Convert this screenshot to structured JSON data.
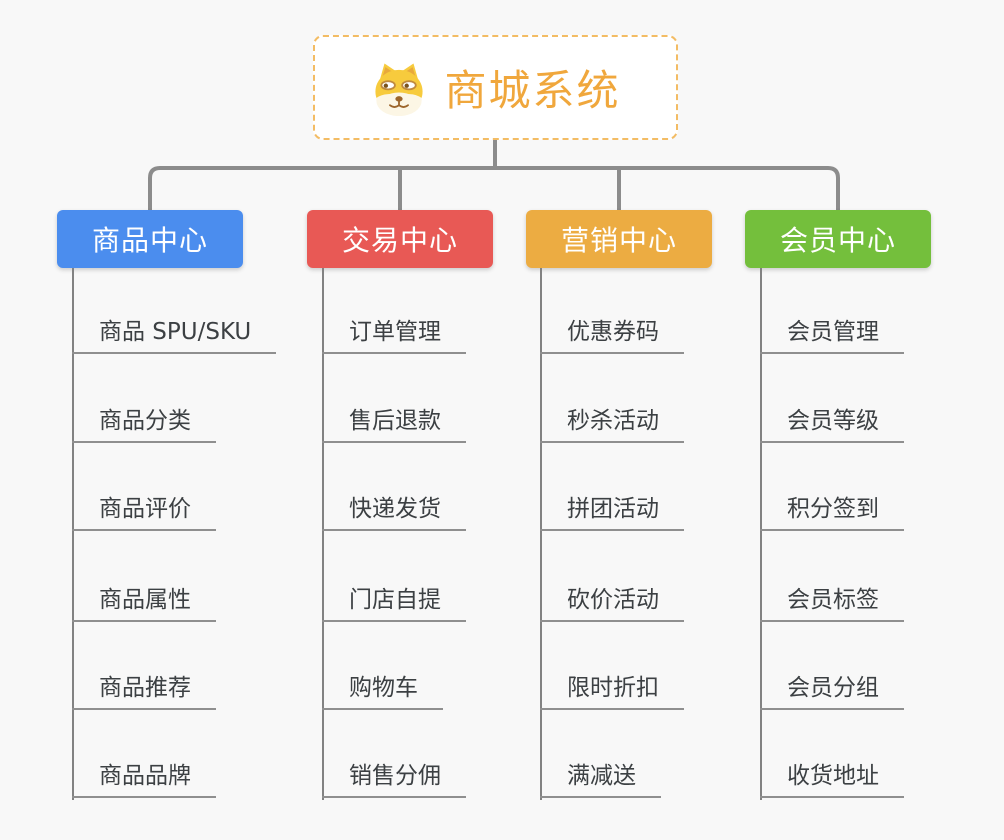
{
  "canvas": {
    "background": "#F8F8F8",
    "connector_color": "#8C8C8C",
    "child_line_color": "#8F8F8F",
    "child_text_color": "#3C4043"
  },
  "root": {
    "title": "商城系统",
    "icon": "doge-face-icon",
    "text_color": "#F0A73C",
    "border_color": "#F3BC64",
    "background": "#FFFFFF"
  },
  "branches": [
    {
      "label": "商品中心",
      "color": "#4B8DEE",
      "children": [
        "商品 SPU/SKU",
        "商品分类",
        "商品评价",
        "商品属性",
        "商品推荐",
        "商品品牌"
      ]
    },
    {
      "label": "交易中心",
      "color": "#E85955",
      "children": [
        "订单管理",
        "售后退款",
        "快递发货",
        "门店自提",
        "购物车",
        "销售分佣"
      ]
    },
    {
      "label": "营销中心",
      "color": "#ECAC42",
      "children": [
        "优惠券码",
        "秒杀活动",
        "拼团活动",
        "砍价活动",
        "限时折扣",
        "满减送"
      ]
    },
    {
      "label": "会员中心",
      "color": "#74BF3C",
      "children": [
        "会员管理",
        "会员等级",
        "积分签到",
        "会员标签",
        "会员分组",
        "收货地址"
      ]
    }
  ]
}
